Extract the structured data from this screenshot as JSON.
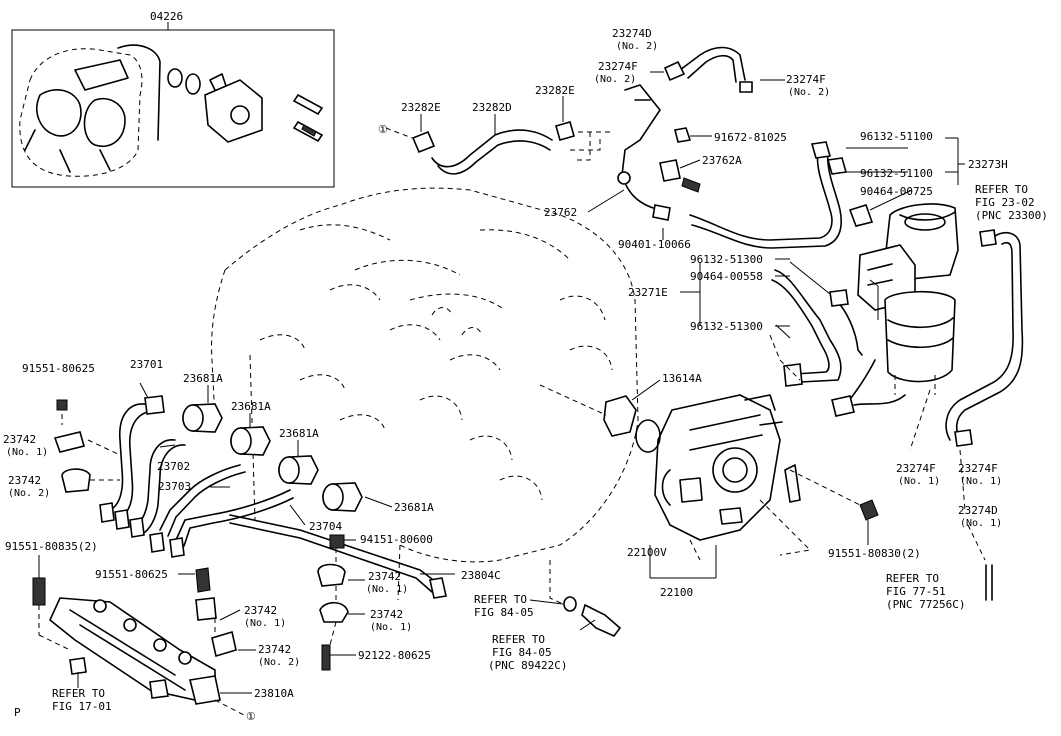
{
  "diagram": {
    "inset_label": "04226",
    "page_marker": "P",
    "circle_ref": "①",
    "labels": {
      "p23282e_a": "23282E",
      "p23282d": "23282D",
      "p23282e_b": "23282E",
      "p23274d_top": "23274D",
      "p23274d_top_no": "(No. 2)",
      "p23274f_a": "23274F",
      "p23274f_a_no": "(No. 2)",
      "p23274f_b": "23274F",
      "p23274f_b_no": "(No. 2)",
      "p91672": "91672-81025",
      "p96132_a": "96132-51100",
      "p96132_b": "96132-51100",
      "p23273h": "23273H",
      "p90464_a": "90464-00725",
      "p23762a": "23762A",
      "p23762": "23762",
      "p90401": "90401-10066",
      "ref_fig23_1": "REFER TO",
      "ref_fig23_2": "FIG 23-02",
      "ref_fig23_3": "(PNC 23300)",
      "p96132_c": "96132-51300",
      "p90464_b": "90464-00558",
      "p23271e": "23271E",
      "p96132_d": "96132-51300",
      "p13614a": "13614A",
      "p23701": "23701",
      "p91551_80625_a": "91551-80625",
      "p23681a_1": "23681A",
      "p23681a_2": "23681A",
      "p23681a_3": "23681A",
      "p23681a_4": "23681A",
      "p23742_l1": "23742",
      "p23742_l1_no": "(No. 1)",
      "p23742_l2": "23742",
      "p23742_l2_no": "(No. 2)",
      "p23702": "23702",
      "p23703": "23703",
      "p23704": "23704",
      "p94151": "94151-80600",
      "p23804c": "23804C",
      "p91551_80835": "91551-80835(2)",
      "p91551_80625_b": "91551-80625",
      "p23742_m1": "23742",
      "p23742_m1_no": "(No. 1)",
      "p23742_m2": "23742",
      "p23742_m2_no": "(No. 1)",
      "p23742_m3": "23742",
      "p23742_m3_no": "(No. 1)",
      "p23742_m4": "23742",
      "p23742_m4_no": "(No. 2)",
      "p92122": "92122-80625",
      "p23810a": "23810A",
      "ref_fig17_1": "REFER TO",
      "ref_fig17_2": "FIG 17-01",
      "ref_fig84a_1": "REFER TO",
      "ref_fig84a_2": "FIG 84-05",
      "ref_fig84b_1": "REFER TO",
      "ref_fig84b_2": "FIG 84-05",
      "ref_fig84b_3": "(PNC 89422C)",
      "p22100v": "22100V",
      "p22100": "22100",
      "p91551_80830": "91551-80830(2)",
      "p23274f_r1": "23274F",
      "p23274f_r1_no": "(No. 1)",
      "p23274f_r2": "23274F",
      "p23274f_r2_no": "(No. 1)",
      "p23274d_r": "23274D",
      "p23274d_r_no": "(No. 1)",
      "ref_fig77_1": "REFER TO",
      "ref_fig77_2": "FIG 77-51",
      "ref_fig77_3": "(PNC 77256C)"
    }
  }
}
